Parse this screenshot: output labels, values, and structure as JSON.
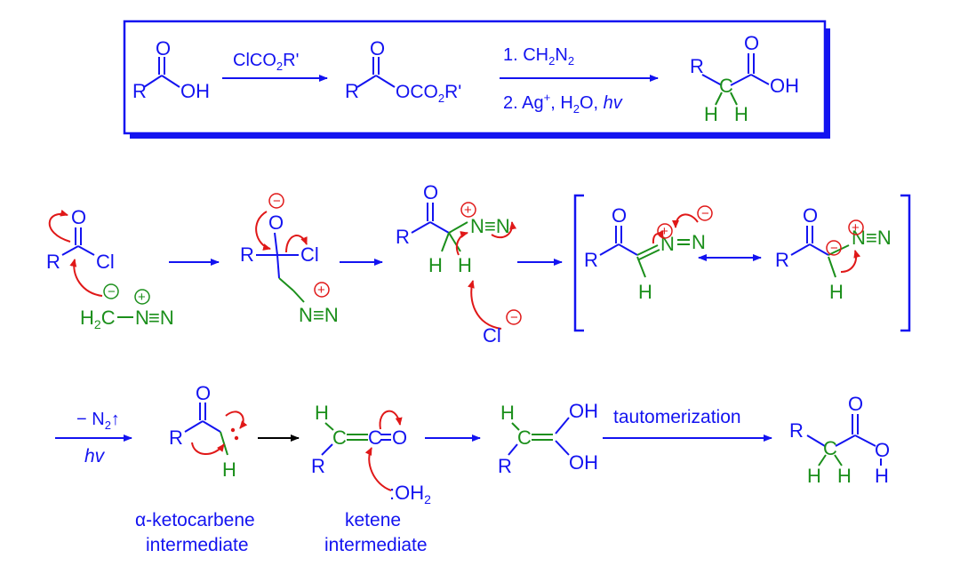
{
  "colors": {
    "blue": "#1313f0",
    "green": "#1b8f1b",
    "red": "#e01818",
    "black": "#000000",
    "shadow": "#1313f0"
  },
  "summary": {
    "reagent1": "ClCO₂R'",
    "step1": "1. CH₂N₂",
    "step2": "2. Ag⁺, H₂O, hv",
    "acid_r": "R",
    "acid_oh": "OH",
    "acid_o": "O",
    "anh_r": "R",
    "anh_o": "O",
    "anh_ococo2r": "OCO₂R'",
    "prod_r": "R",
    "prod_o": "O",
    "prod_oh": "OH",
    "prod_c": "C",
    "prod_h1": "H",
    "prod_h2": "H"
  },
  "mechanism": {
    "acylcl": {
      "o": "O",
      "r": "R",
      "cl": "Cl"
    },
    "diazomethane": {
      "h2c": "H₂C",
      "n1": "N",
      "eq": "≡N",
      "minus": "−",
      "plus": "+"
    },
    "tetrahedral": {
      "o": "O",
      "r": "R",
      "cl": "Cl",
      "n": "N",
      "eqn": "≡N"
    },
    "diazoketone_ch2": {
      "o": "O",
      "r": "R",
      "n": "N",
      "eqn": "≡N",
      "h1": "H",
      "h2": "H",
      "cl": "Cl"
    },
    "resonance_a": {
      "o": "O",
      "r": "R",
      "h": "H",
      "n1": "N",
      "n2": "N"
    },
    "resonance_b": {
      "o": "O",
      "r": "R",
      "h": "H",
      "n": "N",
      "eqn": "≡N"
    }
  },
  "bottom": {
    "n2_loss": "− N₂↑",
    "hv": "hv",
    "carbene": {
      "o": "O",
      "r": "R",
      "h": "H",
      "label1": "α-ketocarbene",
      "label2": "intermediate"
    },
    "ketene": {
      "h": "H",
      "r": "R",
      "c1": "C",
      "c2": "C",
      "o": "O",
      "water": ":OH₂",
      "label1": "ketene",
      "label2": "intermediate"
    },
    "enediol": {
      "h": "H",
      "r": "R",
      "c": "C",
      "oh1": "OH",
      "oh2": "OH"
    },
    "tautomerization": "tautomerization",
    "final": {
      "r": "R",
      "c": "C",
      "h1": "H",
      "h2": "H",
      "o": "O",
      "o2": "O",
      "h3": "H"
    }
  }
}
